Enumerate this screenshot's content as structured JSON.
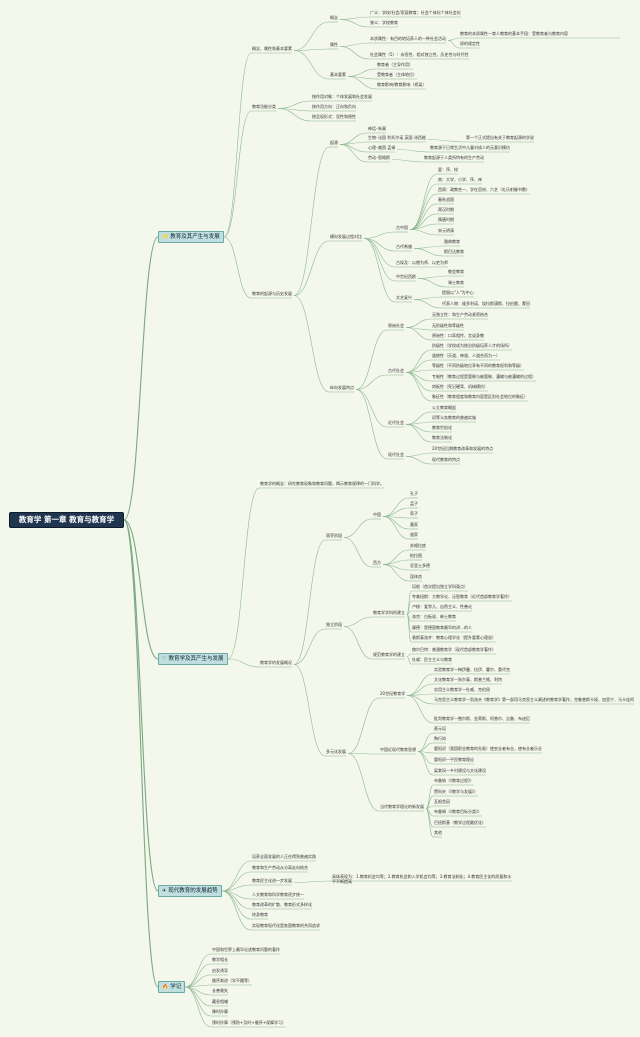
{
  "root": "教育学 第一章 教育与教育学",
  "branches": [
    {
      "icon": "⭐",
      "icon_name": "star-icon",
      "label": "教育及其产生与发展"
    },
    {
      "icon": "♡",
      "icon_name": "heart-icon",
      "label": "教育学及其产生与发展"
    },
    {
      "icon": "✈",
      "icon_name": "plane-icon",
      "label": "现代教育的发展趋势"
    },
    {
      "icon": "🔥",
      "icon_name": "fire-icon",
      "label": "学记"
    }
  ],
  "nodes": [
    {
      "id": "n1",
      "t": "概念、属性和基本要素"
    },
    {
      "id": "n2",
      "t": "概念"
    },
    {
      "id": "n3",
      "t": "广义：学校/社会/家庭教育；社会个体化个体社会化"
    },
    {
      "id": "n4",
      "t": "狭义：学校教育"
    },
    {
      "id": "n5",
      "t": "属性"
    },
    {
      "id": "n6",
      "t": "本质属性：有目的地培养人的一种社会活动"
    },
    {
      "id": "n7",
      "t": "教育的本质属性—育人教育的基本手段：受教育者与教育内容"
    },
    {
      "id": "n8",
      "t": "质的规定性"
    },
    {
      "id": "n9",
      "t": "社会属性（5）：永恒性、相对独立性、历史性与时代性"
    },
    {
      "id": "n10",
      "t": "基本要素"
    },
    {
      "id": "n11",
      "t": "教育者（主导作用）"
    },
    {
      "id": "n12",
      "t": "受教育者（主体地位）"
    },
    {
      "id": "n13",
      "t": "教育影响/教育影响（桥梁）"
    },
    {
      "id": "n14",
      "t": "教育功能分类"
    },
    {
      "id": "n15",
      "t": "按作用对象：个体发展和社会发展"
    },
    {
      "id": "n16",
      "t": "按作用方向：正向和负向"
    },
    {
      "id": "n17",
      "t": "按呈现形式：显性和隐性"
    },
    {
      "id": "n18",
      "t": "起源"
    },
    {
      "id": "n19",
      "t": "神话–朱熹"
    },
    {
      "id": "n20",
      "t": "生物–法国 利托尔诺 英国 沛西能"
    },
    {
      "id": "n21",
      "t": "第一个正式提出有关于教育起源的学说"
    },
    {
      "id": "n22",
      "t": "心理–美国 孟禄"
    },
    {
      "id": "n23",
      "t": "教育源于日常生活中儿童对成人的无意识模仿"
    },
    {
      "id": "n24",
      "t": "劳动–恩格斯"
    },
    {
      "id": "n25",
      "t": "教育起源于人类所特有的生产劳动"
    },
    {
      "id": "n26",
      "t": "教育的起源与历史发展"
    },
    {
      "id": "n27",
      "t": "横向发展过程对比"
    },
    {
      "id": "n28",
      "t": "古中国"
    },
    {
      "id": "n29",
      "t": "夏：序、校"
    },
    {
      "id": "n30",
      "t": "商：大学、小学、序、庠"
    },
    {
      "id": "n31",
      "t": "西周：政教合一、学在官府、六艺（礼乐射御书数）"
    },
    {
      "id": "n32",
      "t": "春秋战国"
    },
    {
      "id": "n33",
      "t": "两汉时期"
    },
    {
      "id": "n34",
      "t": "隋唐时期"
    },
    {
      "id": "n35",
      "t": "宋元明清"
    },
    {
      "id": "n36",
      "t": "古代希腊"
    },
    {
      "id": "n37",
      "t": "雅典教育"
    },
    {
      "id": "n38",
      "t": "斯巴达教育"
    },
    {
      "id": "n39",
      "t": "古埃及：以僧为师、以吏为师"
    },
    {
      "id": "n40",
      "t": "中世纪西欧"
    },
    {
      "id": "n41",
      "t": "教会教育"
    },
    {
      "id": "n42",
      "t": "骑士教育"
    },
    {
      "id": "n43",
      "t": "文艺复兴"
    },
    {
      "id": "n44",
      "t": "提倡以\"人\"为中心"
    },
    {
      "id": "n45",
      "t": "代表人物：维多利诺、埃拉斯谟斯、拉伯雷、蒙田"
    },
    {
      "id": "n46",
      "t": "纵向发展特点"
    },
    {
      "id": "n47",
      "t": "原始社会"
    },
    {
      "id": "n48",
      "t": "无独立性：和生产劳动紧密结合"
    },
    {
      "id": "n49",
      "t": "无阶级性和等级性"
    },
    {
      "id": "n50",
      "t": "原始性：口耳相传、言谈身教"
    },
    {
      "id": "n51",
      "t": "古代社会"
    },
    {
      "id": "n52",
      "t": "阶级性（学校成为统治阶级培养人才的场所）"
    },
    {
      "id": "n53",
      "t": "道统性（天道、神道、人道合而为一）"
    },
    {
      "id": "n54",
      "t": "等级性（不同阶级地位享有不同的教育权利和等级）"
    },
    {
      "id": "n55",
      "t": "专制性（教育过程是管制与被管制、灌输与被灌输的过程）"
    },
    {
      "id": "n56",
      "t": "刻板性（死记硬背、机械模仿）"
    },
    {
      "id": "n57",
      "t": "象征性（教育程度和教育内容是区别社会地位的象征）"
    },
    {
      "id": "n58",
      "t": "近代社会"
    },
    {
      "id": "n59",
      "t": "公立教育崛起"
    },
    {
      "id": "n60",
      "t": "初等义务教育的普遍实施"
    },
    {
      "id": "n61",
      "t": "教育世俗化"
    },
    {
      "id": "n62",
      "t": "教育法制化"
    },
    {
      "id": "n63",
      "t": "现代社会"
    },
    {
      "id": "n64",
      "t": "20世纪后期教育改革和发展的特点"
    },
    {
      "id": "n65",
      "t": "现代教育的特点"
    },
    {
      "id": "n66",
      "t": "教育学的概念：研究教育现象和教育问题，揭示教育规律的一门科学。"
    },
    {
      "id": "n67",
      "t": "萌芽阶段"
    },
    {
      "id": "n68",
      "t": "中国"
    },
    {
      "id": "n69",
      "t": "孔子"
    },
    {
      "id": "n70",
      "t": "孟子"
    },
    {
      "id": "n71",
      "t": "荀子"
    },
    {
      "id": "n72",
      "t": "墨家"
    },
    {
      "id": "n73",
      "t": "道家"
    },
    {
      "id": "n74",
      "t": "西方"
    },
    {
      "id": "n75",
      "t": "苏格拉底"
    },
    {
      "id": "n76",
      "t": "柏拉图"
    },
    {
      "id": "n77",
      "t": "亚里士多德"
    },
    {
      "id": "n78",
      "t": "昆体良"
    },
    {
      "id": "n79",
      "t": "独立阶段"
    },
    {
      "id": "n80",
      "t": "教育学学科的建立"
    },
    {
      "id": "n81",
      "t": "培根（首次提出独立学科观点）"
    },
    {
      "id": "n82",
      "t": "夸美纽斯：大教学论、泛智教育（近代首部教育学著作）"
    },
    {
      "id": "n83",
      "t": "卢梭：爱弥儿、自然主义、性善论"
    },
    {
      "id": "n84",
      "t": "洛克：白板说、绅士教育"
    },
    {
      "id": "n85",
      "t": "康德：是德国教育最早的讲…的人"
    },
    {
      "id": "n86",
      "t": "裴斯泰洛齐：教育心理学化（提升要素心理说）"
    },
    {
      "id": "n87",
      "t": "规范教育学的建立"
    },
    {
      "id": "n88",
      "t": "赫尔巴特：普通教育学（现代首部教育学著作）"
    },
    {
      "id": "n89",
      "t": "杜威：民主主义与教育"
    },
    {
      "id": "n90",
      "t": "教育学的发展概况"
    },
    {
      "id": "n91",
      "t": "20世纪教育学"
    },
    {
      "id": "n92",
      "t": "实验教育学—梅伊曼、拉伊、霍尔、桑代克"
    },
    {
      "id": "n93",
      "t": "文化教育学—狄尔泰、斯普兰格、利特"
    },
    {
      "id": "n94",
      "t": "实用主义教育学—杜威、克伯屈"
    },
    {
      "id": "n95",
      "t": "马克思主义教育学—凯洛夫《教育学》第一部用马克思主义阐述的教育学著作，克鲁普斯卡娅、加里宁、马卡连柯"
    },
    {
      "id": "n96",
      "t": "批判教育学—鲍尔斯、金蒂斯、阿普尔、吉鲁、布迪厄"
    },
    {
      "id": "n97",
      "t": "多元化发展"
    },
    {
      "id": "n98",
      "t": "中国近现代教育思想"
    },
    {
      "id": "n99",
      "t": "蔡元培"
    },
    {
      "id": "n100",
      "t": "陶行知"
    },
    {
      "id": "n101",
      "t": "晏阳初（我国职业教育的先驱）使农业者有业，使有业者乐业"
    },
    {
      "id": "n102",
      "t": "晏阳初—平民教育理论"
    },
    {
      "id": "n103",
      "t": "梁漱溟—乡村建设与文化建设"
    },
    {
      "id": "n104",
      "t": "当代教育学理论的新发展"
    },
    {
      "id": "n105",
      "t": "布鲁纳（《教育过程》）"
    },
    {
      "id": "n106",
      "t": "赞科夫（《教学与发展》）"
    },
    {
      "id": "n107",
      "t": "瓦根舍因"
    },
    {
      "id": "n108",
      "t": "布鲁姆（《教育目标分类》）"
    },
    {
      "id": "n109",
      "t": "巴班斯基（教学过程最优化）"
    },
    {
      "id": "n110",
      "t": "其他"
    },
    {
      "id": "n111",
      "t": "培养全面发展的人正在得到普遍实践"
    },
    {
      "id": "n112",
      "t": "教育和生产劳动从分离走向结合"
    },
    {
      "id": "n113",
      "t": "教育民主化进一步发展"
    },
    {
      "id": "n114",
      "t": "具体表现为：1.教育机会均等；2.教育机会和入学机会均等；3.教育法制化；4.教育民主化的质量和水平不断提高"
    },
    {
      "id": "n115",
      "t": "人文教育和科学教育逐步统一"
    },
    {
      "id": "n116",
      "t": "教育改革的扩散、教育形式多样化"
    },
    {
      "id": "n117",
      "t": "终身教育"
    },
    {
      "id": "n118",
      "t": "实现教育现代化是各国教育的共同追求"
    },
    {
      "id": "n119",
      "t": "中国和世界上最早论述教育问题的著作"
    },
    {
      "id": "n120",
      "t": "教学相长"
    },
    {
      "id": "n121",
      "t": "启发诱导"
    },
    {
      "id": "n122",
      "t": "循序渐进（学不躐等）"
    },
    {
      "id": "n123",
      "t": "长善救失"
    },
    {
      "id": "n124",
      "t": "藏息相辅"
    },
    {
      "id": "n125",
      "t": "豫时孙摩"
    },
    {
      "id": "n126",
      "t": "预时孙摩（预防+及时+循序+观摩学习）"
    }
  ]
}
